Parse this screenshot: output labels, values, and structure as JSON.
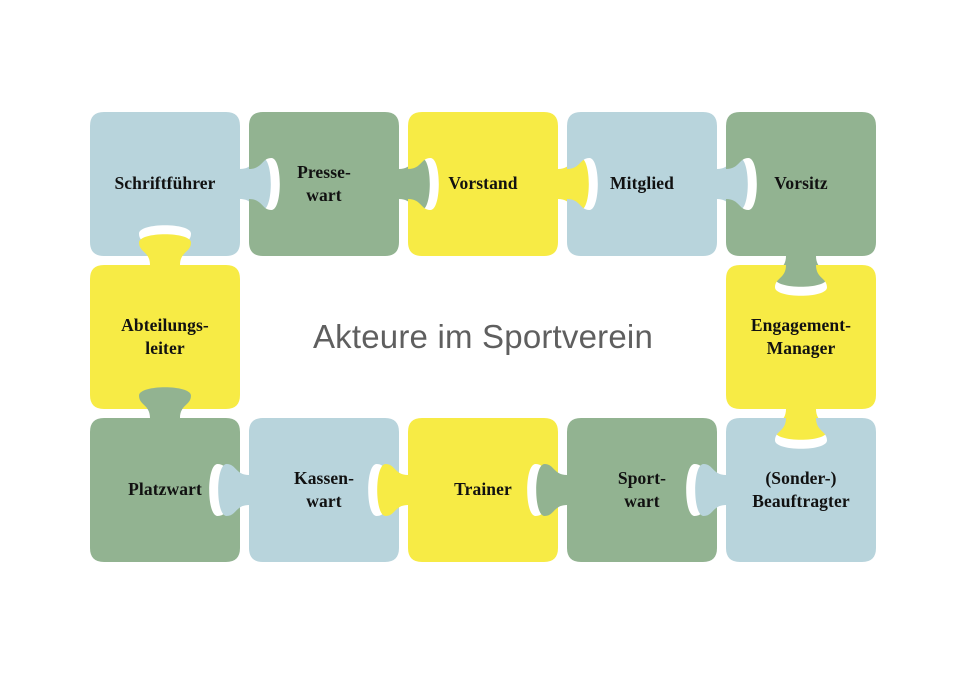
{
  "diagram": {
    "title": "Akteure im Sportverein",
    "title_color": "#5f5f5f",
    "background_color": "#ffffff",
    "gap_color": "#ffffff",
    "palette": {
      "blue": "#b8d4dc",
      "green": "#92b391",
      "yellow": "#f7eb45"
    },
    "layout": {
      "rows": 3,
      "columns": 5,
      "type": "ring"
    },
    "pieces": [
      {
        "id": "schriftfuehrer",
        "label": "Schriftführer",
        "lines": [
          "Schriftführer"
        ],
        "color": "blue",
        "row": 1,
        "col": 1
      },
      {
        "id": "pressewart",
        "label": "Presse-wart",
        "lines": [
          "Presse-",
          "wart"
        ],
        "color": "green",
        "row": 1,
        "col": 2
      },
      {
        "id": "vorstand",
        "label": "Vorstand",
        "lines": [
          "Vorstand"
        ],
        "color": "yellow",
        "row": 1,
        "col": 3
      },
      {
        "id": "mitglied",
        "label": "Mitglied",
        "lines": [
          "Mitglied"
        ],
        "color": "blue",
        "row": 1,
        "col": 4
      },
      {
        "id": "vorsitz",
        "label": "Vorsitz",
        "lines": [
          "Vorsitz"
        ],
        "color": "green",
        "row": 1,
        "col": 5
      },
      {
        "id": "abteilungsleiter",
        "label": "Abteilungs-leiter",
        "lines": [
          "Abteilungs-",
          "leiter"
        ],
        "color": "yellow",
        "row": 2,
        "col": 1
      },
      {
        "id": "engagement-manager",
        "label": "Engagement-Manager",
        "lines": [
          "Engagement-",
          "Manager"
        ],
        "color": "yellow",
        "row": 2,
        "col": 5
      },
      {
        "id": "platzwart",
        "label": "Platzwart",
        "lines": [
          "Platzwart"
        ],
        "color": "green",
        "row": 3,
        "col": 1
      },
      {
        "id": "kassenwart",
        "label": "Kassen-wart",
        "lines": [
          "Kassen-",
          "wart"
        ],
        "color": "blue",
        "row": 3,
        "col": 2
      },
      {
        "id": "trainer",
        "label": "Trainer",
        "lines": [
          "Trainer"
        ],
        "color": "yellow",
        "row": 3,
        "col": 3
      },
      {
        "id": "sportwart",
        "label": "Sport-wart",
        "lines": [
          "Sport-",
          "wart"
        ],
        "color": "green",
        "row": 3,
        "col": 4
      },
      {
        "id": "sonderbeauftragter",
        "label": "(Sonder-) Beauftragter",
        "lines": [
          "(Sonder-)",
          "Beauftragter"
        ],
        "color": "blue",
        "row": 3,
        "col": 5
      }
    ]
  }
}
